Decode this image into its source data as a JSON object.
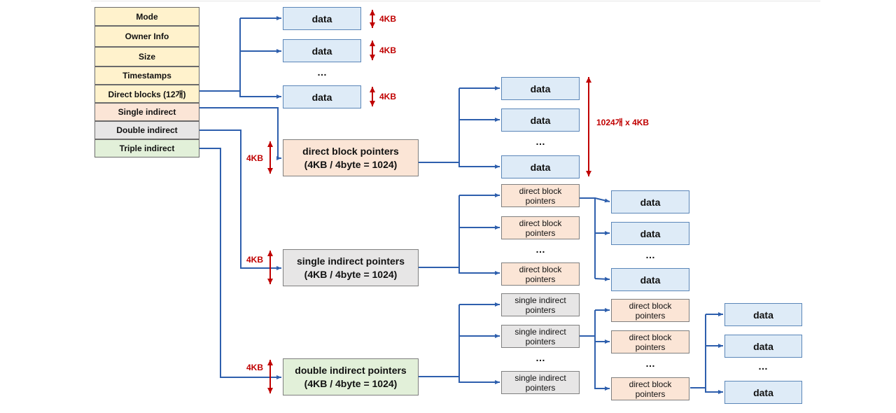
{
  "inode": {
    "fields": [
      {
        "label": "Mode"
      },
      {
        "label": "Owner Info"
      },
      {
        "label": "Size"
      },
      {
        "label": "Timestamps"
      },
      {
        "label": "Direct blocks (12개)"
      },
      {
        "label": "Single indirect"
      },
      {
        "label": "Double indirect"
      },
      {
        "label": "Triple indirect"
      }
    ]
  },
  "labels": {
    "data": "data",
    "ellipsis": "…",
    "size_4kb": "4KB",
    "size_1024x4kb": "1024개 x 4KB",
    "direct_block_pointers_line1": "direct block",
    "direct_block_pointers_line2": "pointers",
    "single_indirect_pointers_line1": "single indirect",
    "single_indirect_pointers_line2": "pointers"
  },
  "pointer_blocks": {
    "direct": {
      "title": "direct block pointers",
      "subtitle": "(4KB / 4byte = 1024)"
    },
    "single": {
      "title": "single indirect pointers",
      "subtitle": "(4KB / 4byte = 1024)"
    },
    "double": {
      "title": "double indirect pointers",
      "subtitle": "(4KB / 4byte = 1024)"
    }
  },
  "colors": {
    "connector": "#2e5fad",
    "size_arrow": "#c00000",
    "data_fill": "#deebf7",
    "yellow_fill": "#fff2cc",
    "peach_fill": "#fbe5d6",
    "grey_fill": "#e7e6e6",
    "green_fill": "#e2f0d9"
  }
}
